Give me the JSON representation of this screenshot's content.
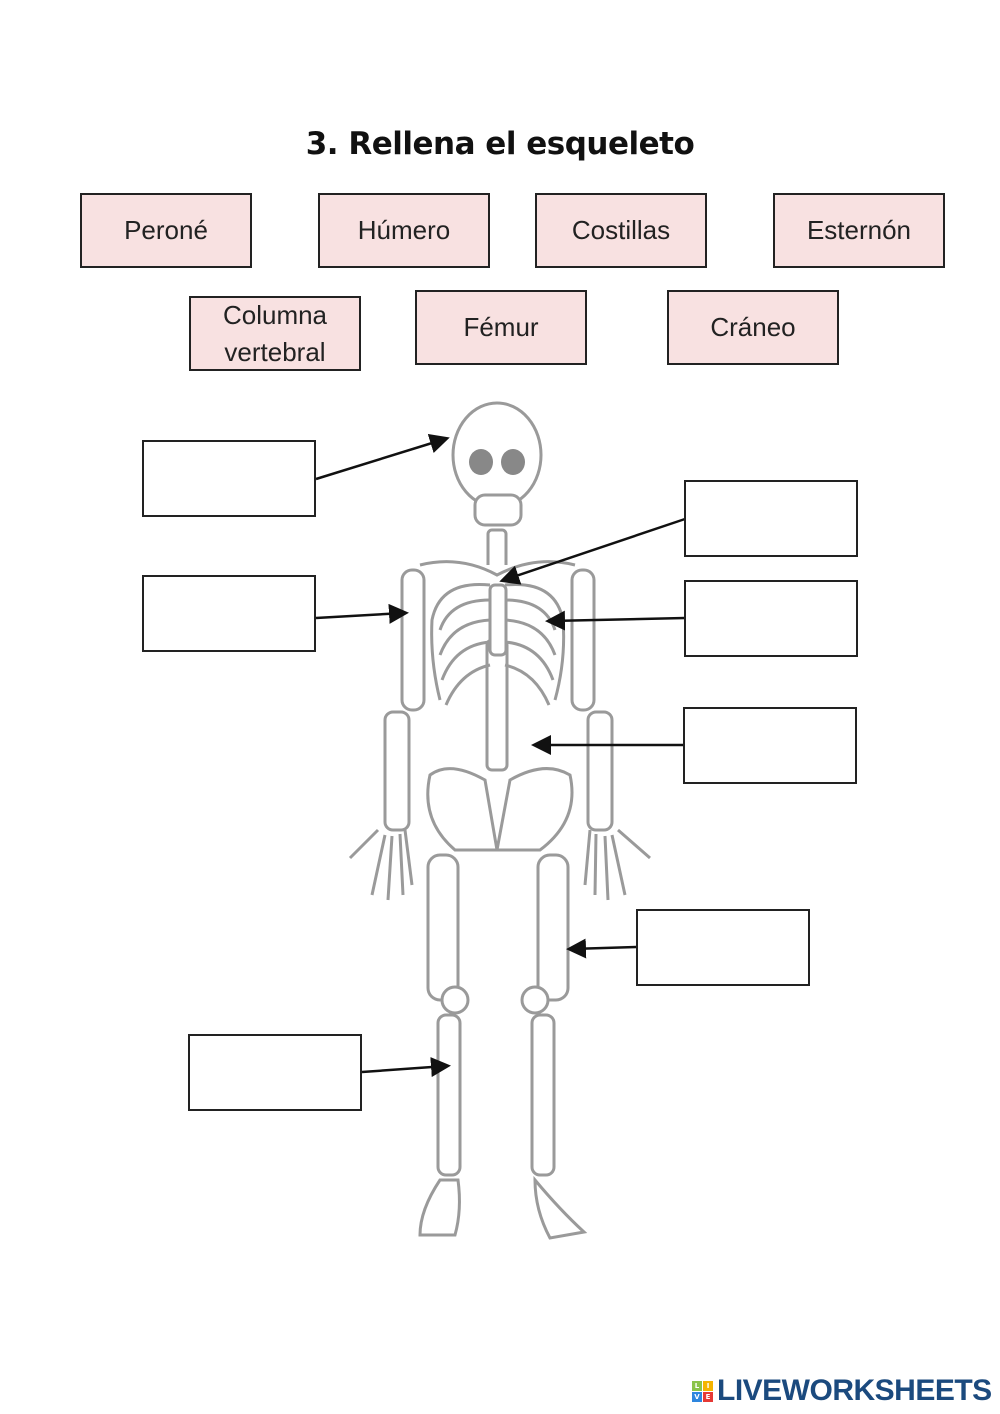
{
  "title": "3. Rellena el esqueleto",
  "word_bank": [
    "Peroné",
    "Húmero",
    "Costillas",
    "Esternón",
    "Columna vertebral",
    "Fémur",
    "Cráneo"
  ],
  "answer_boxes": [
    "",
    "",
    "",
    "",
    "",
    "",
    ""
  ],
  "logo": {
    "text": "LIVEWORKSHEETS",
    "letters": [
      "L",
      "I",
      "V",
      "E"
    ],
    "colors": [
      "#8bc34a",
      "#f5b400",
      "#2e86de",
      "#e53935"
    ]
  },
  "colors": {
    "word_fill": "#f8e1e1",
    "bone_stroke": "#9a9a9a",
    "brand": "#1b4a7e"
  }
}
